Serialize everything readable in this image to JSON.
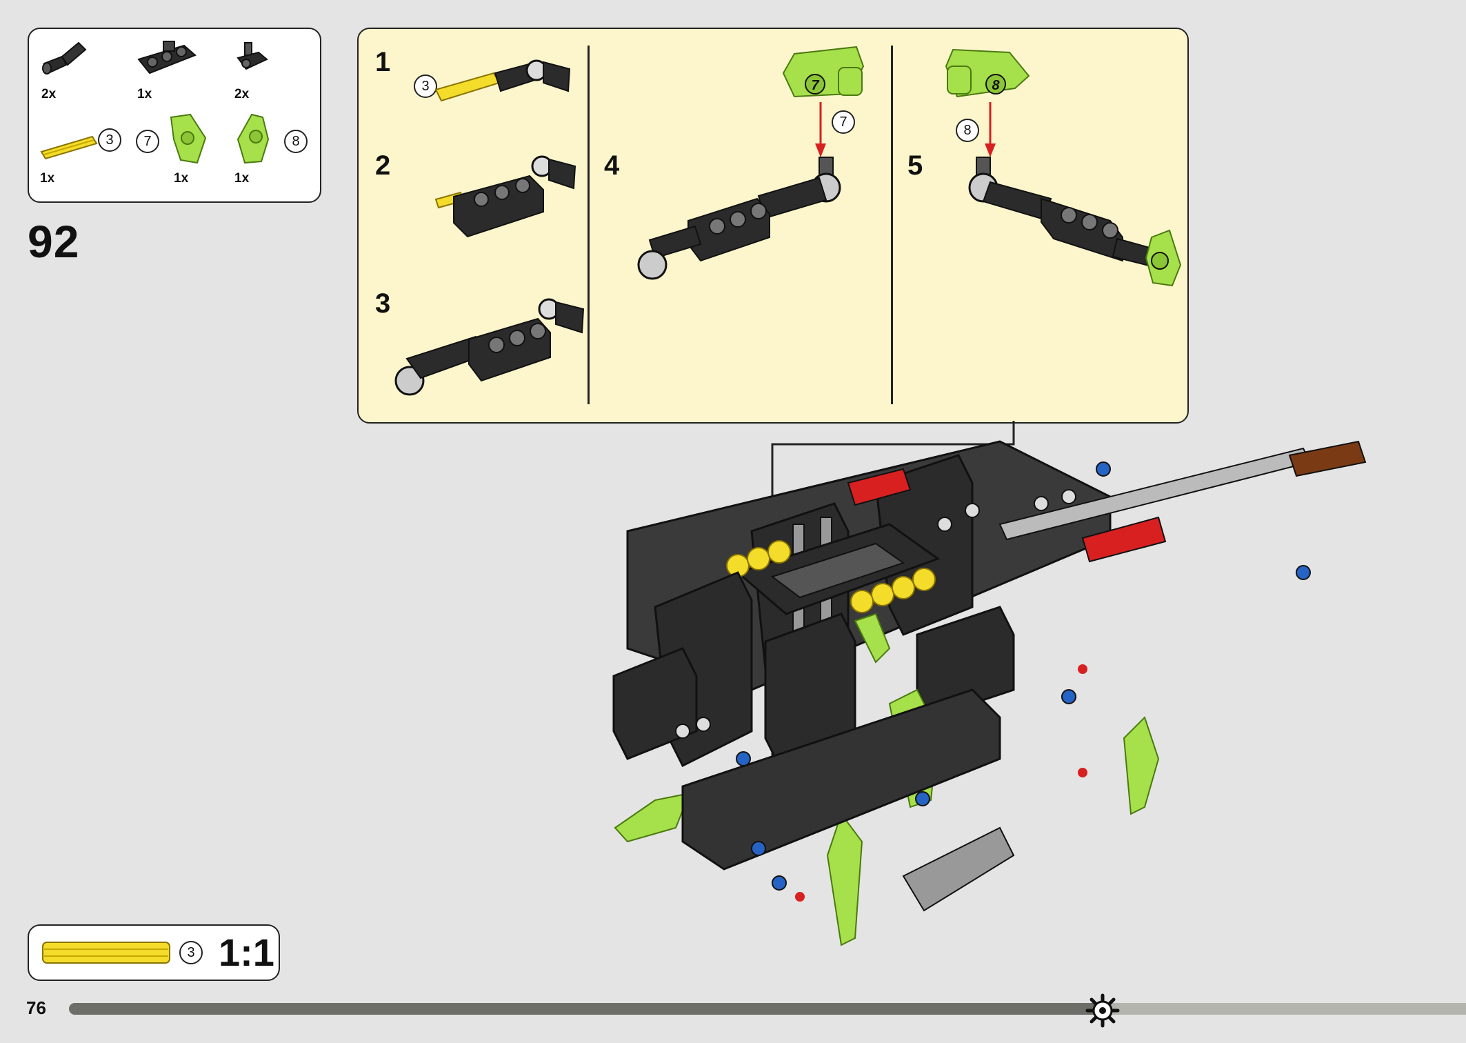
{
  "parts_list": {
    "items": [
      {
        "name": "angle-connector",
        "qty": "2x"
      },
      {
        "name": "liftarm-black",
        "qty": "1x"
      },
      {
        "name": "axle-pin-connector",
        "qty": "2x"
      },
      {
        "name": "axle-yellow",
        "qty": "1x",
        "callout": "3"
      },
      {
        "name": "panel-lime-left",
        "qty": "1x",
        "callout": "7"
      },
      {
        "name": "panel-lime-right",
        "qty": "1x",
        "callout": "8"
      }
    ]
  },
  "step": {
    "number": "92"
  },
  "sub_steps": [
    {
      "number": "1",
      "callout": "3"
    },
    {
      "number": "2"
    },
    {
      "number": "3"
    },
    {
      "number": "4",
      "callout": "7",
      "label_on_part": "7"
    },
    {
      "number": "5",
      "callout": "8",
      "label_on_part": "8"
    }
  ],
  "scale_indicator": {
    "callout": "3",
    "label": "1:1"
  },
  "footer": {
    "page_number": "76",
    "progress": 0.74
  },
  "colors": {
    "lime": "#a6e04a",
    "yellow": "#f4dc2a",
    "dark": "#2b2b2b",
    "red": "#d82020",
    "blue": "#2563c4",
    "panel_bg": "#fdf6cc"
  }
}
